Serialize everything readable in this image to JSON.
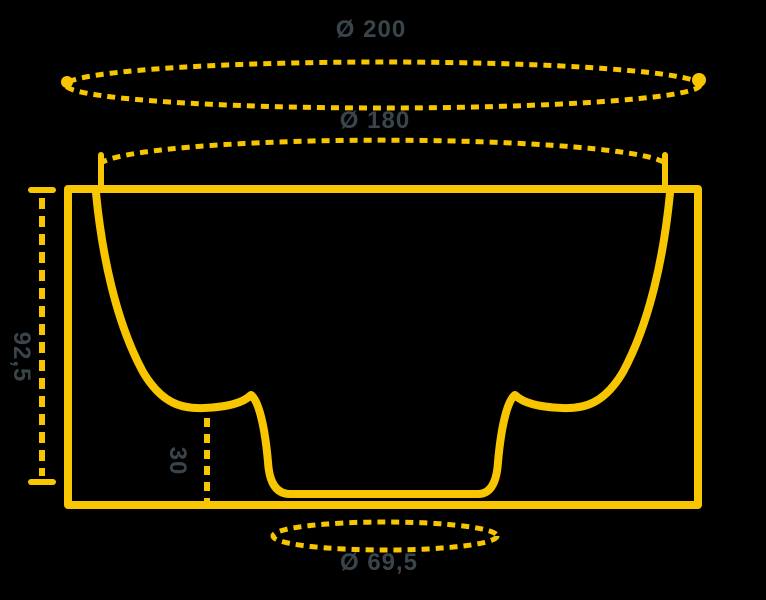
{
  "colors": {
    "background": "#000000",
    "line": "#F7C600",
    "label": "#3A454B"
  },
  "diagram": {
    "type": "product-dimension-cross-section",
    "labels": {
      "outer_diameter": "Ø 200",
      "inner_diameter": "Ø 180",
      "height": "92,5",
      "step_height": "30",
      "bottom_diameter": "Ø 69,5"
    }
  }
}
